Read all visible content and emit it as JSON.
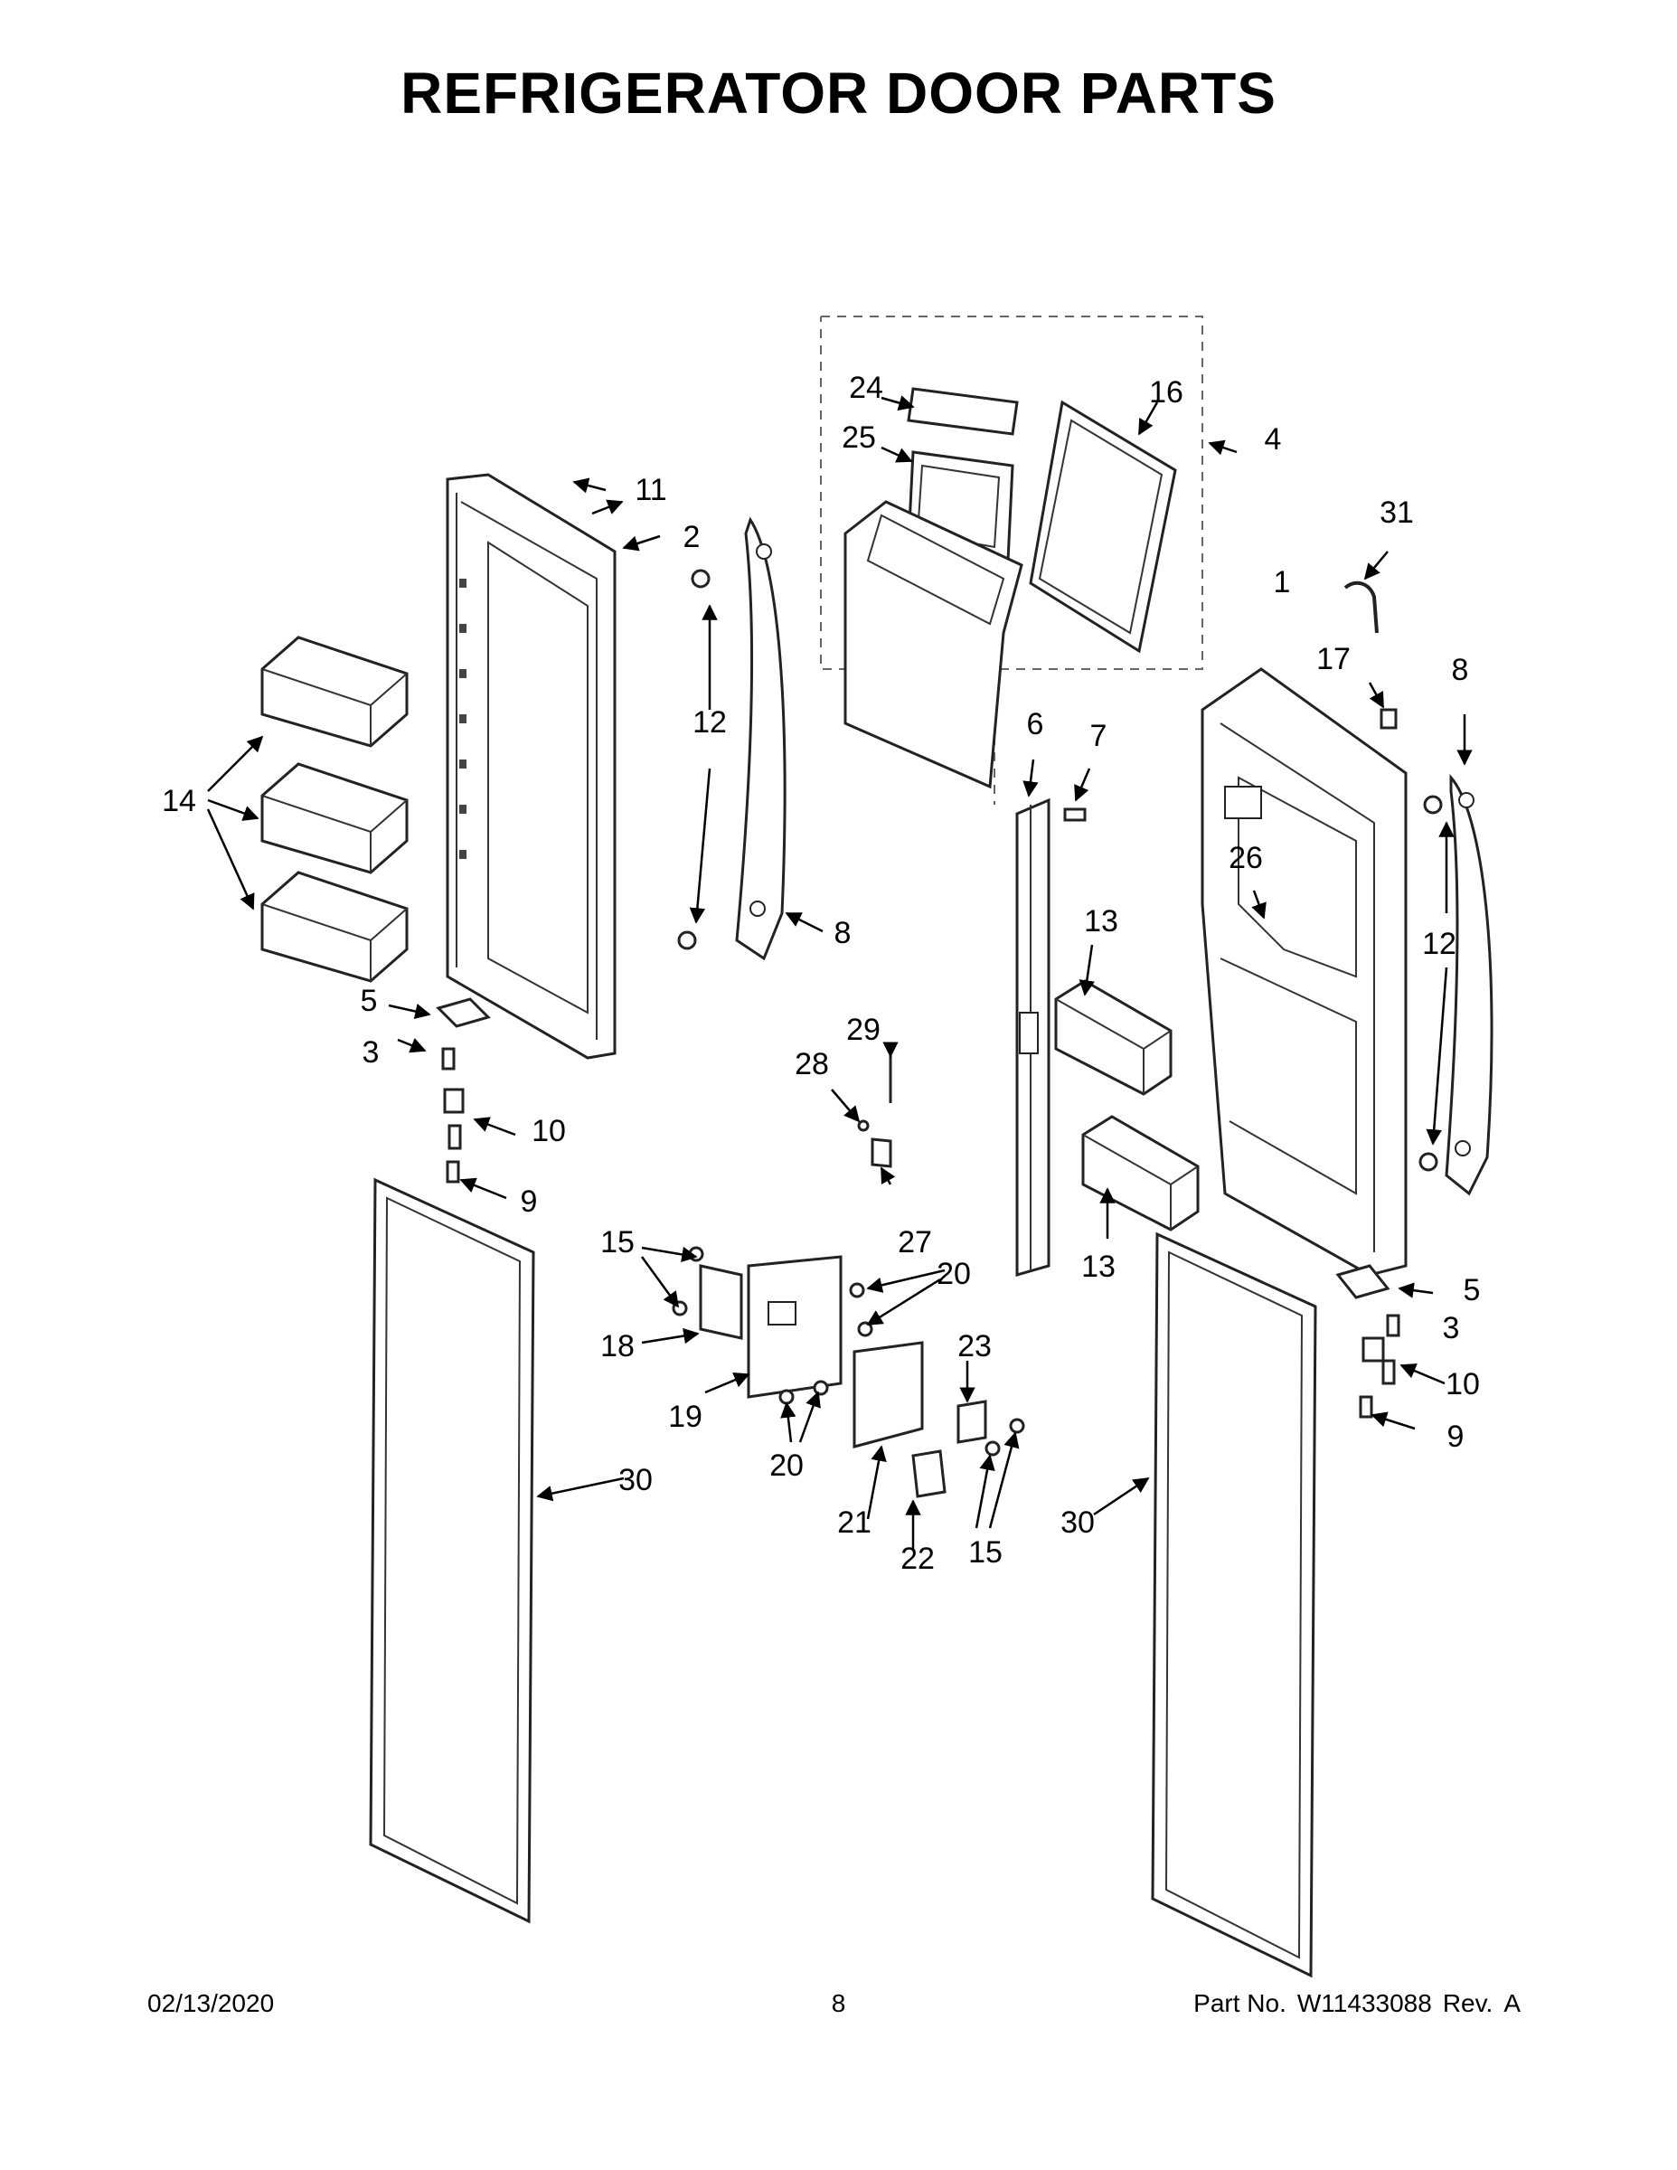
{
  "title": "REFRIGERATOR DOOR PARTS",
  "footer": {
    "date": "02/13/2020",
    "page": "8",
    "part_label": "Part No.",
    "part_number": "W11433088",
    "rev_label": "Rev.",
    "rev": "A"
  },
  "callouts": {
    "c1": "1",
    "c2": "2",
    "c3a": "3",
    "c3b": "3",
    "c4": "4",
    "c5a": "5",
    "c5b": "5",
    "c6": "6",
    "c7": "7",
    "c8a": "8",
    "c8b": "8",
    "c9a": "9",
    "c9b": "9",
    "c10a": "10",
    "c10b": "10",
    "c11": "11",
    "c12a": "12",
    "c12b": "12",
    "c13a": "13",
    "c13b": "13",
    "c14": "14",
    "c15a": "15",
    "c15b": "15",
    "c16": "16",
    "c17": "17",
    "c18": "18",
    "c19": "19",
    "c20a": "20",
    "c20b": "20",
    "c21": "21",
    "c22": "22",
    "c23": "23",
    "c24": "24",
    "c25": "25",
    "c26": "26",
    "c27": "27",
    "c28": "28",
    "c29": "29",
    "c30a": "30",
    "c30b": "30",
    "c31": "31"
  }
}
